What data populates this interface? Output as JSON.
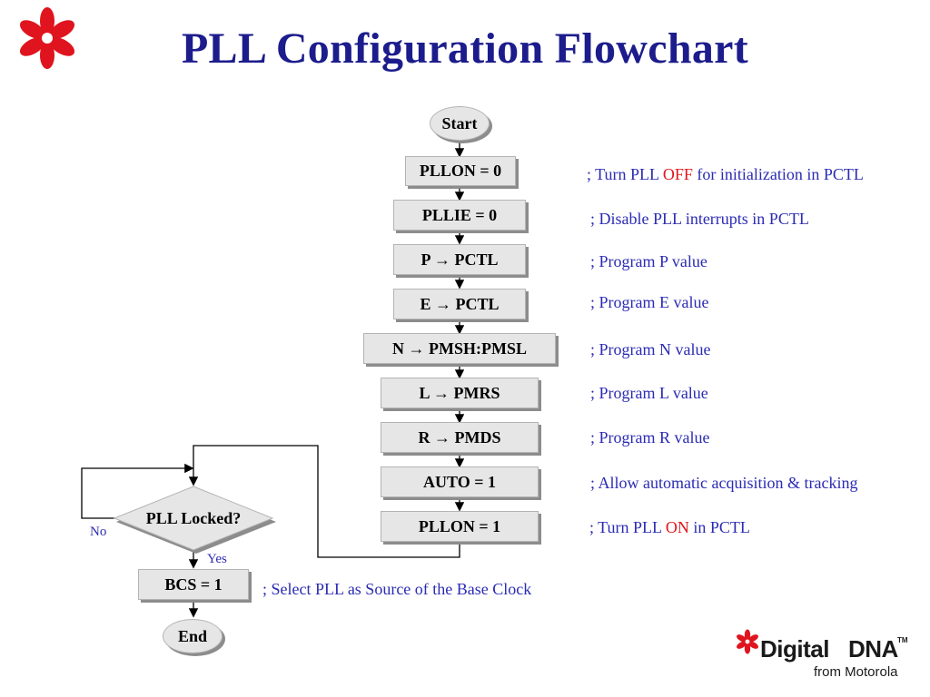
{
  "title": "PLL Configuration Flowchart",
  "header_icon": "red-asterisk-icon",
  "flow": {
    "start": "Start",
    "steps": [
      {
        "label": "PLLON = 0",
        "comment_pre": "; Turn PLL ",
        "comment_hl": "OFF",
        "comment_post": " for initialization in PCTL"
      },
      {
        "label": "PLLIE = 0",
        "comment": "; Disable PLL interrupts in PCTL"
      },
      {
        "label": "P → PCTL",
        "comment": "; Program P value"
      },
      {
        "label": "E → PCTL",
        "comment": "; Program E value"
      },
      {
        "label": "N → PMSH:PMSL",
        "comment": "; Program N value"
      },
      {
        "label": "L → PMRS",
        "comment": "; Program L value"
      },
      {
        "label": "R → PMDS",
        "comment": "; Program R value"
      },
      {
        "label": "AUTO = 1",
        "comment": "; Allow automatic acquisition & tracking"
      },
      {
        "label": "PLLON = 1",
        "comment_pre": "; Turn PLL ",
        "comment_hl": "ON",
        "comment_post": " in PCTL"
      }
    ],
    "decision": "PLL Locked?",
    "no_label": "No",
    "yes_label": "Yes",
    "bcs": {
      "label": "BCS = 1",
      "comment": "; Select PLL as Source of the Base Clock"
    },
    "end": "End"
  },
  "logo": {
    "word1": "Digital",
    "word2": "DNA",
    "tm": "TM",
    "tagline": "from Motorola",
    "icon": "red-asterisk-icon"
  },
  "colors": {
    "title": "#1c1c8c",
    "comment": "#2b2bb4",
    "highlight": "#e0141e",
    "box_fill": "#e6e6e6"
  }
}
